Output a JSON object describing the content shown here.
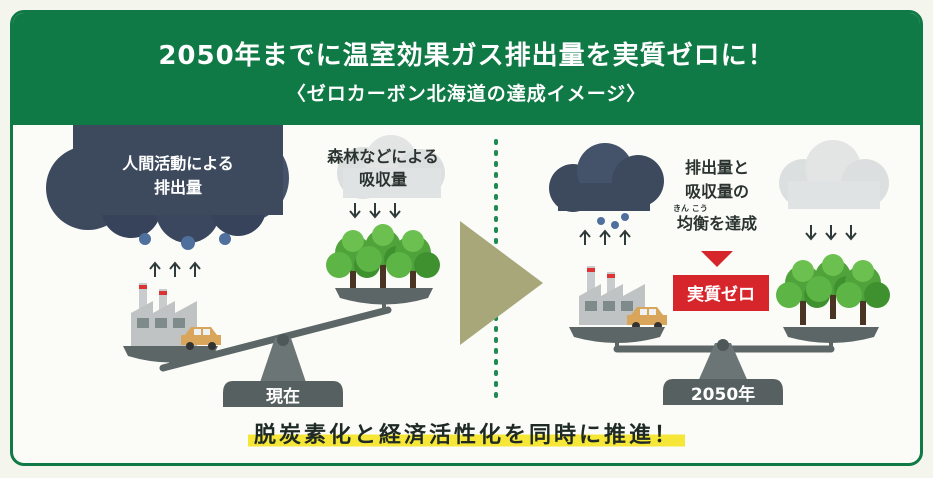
{
  "header": {
    "title": "2050年までに温室効果ガス排出量を実質ゼロに！",
    "subtitle": "〈ゼロカーボン北海道の達成イメージ〉"
  },
  "current": {
    "emission_label_1": "人間活動による",
    "emission_label_2": "排出量",
    "absorption_label_1": "森林などによる",
    "absorption_label_2": "吸収量",
    "scale_label": "現在"
  },
  "future": {
    "balance_label_1": "排出量と",
    "balance_label_2": "吸収量の",
    "balance_label_3": "均衡を達成",
    "furigana": "きん こう",
    "net_zero_badge": "実質ゼロ",
    "scale_label": "2050年"
  },
  "bottom": {
    "message": "脱炭素化と経済活性化を同時に推進！"
  },
  "colors": {
    "header_green": "#0f7a46",
    "dark_cloud": "#3d4a5e",
    "light_cloud": "#d9dcdc",
    "tree_green": "#4fa33a",
    "badge_red": "#d6262b",
    "arrow_olive": "#a8a77a",
    "highlight_yellow": "#f5e637"
  }
}
